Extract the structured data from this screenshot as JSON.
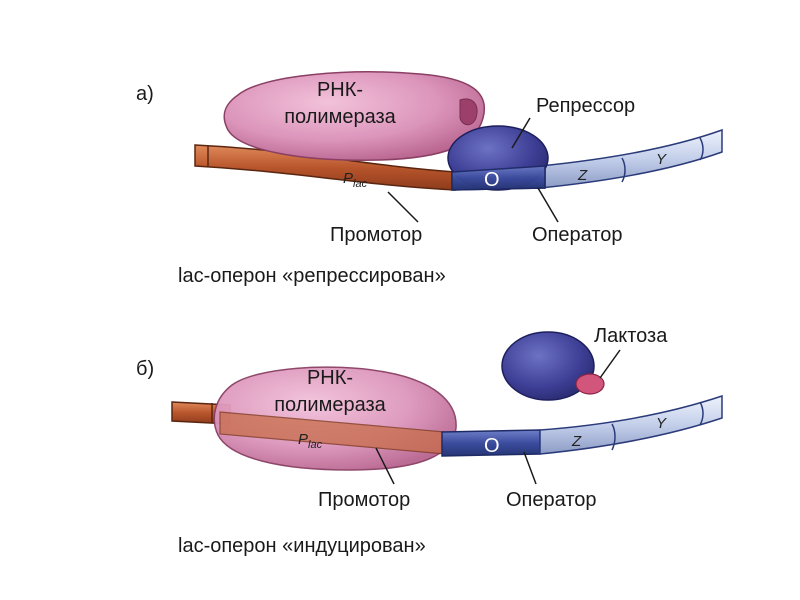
{
  "panel_a": {
    "letter": "а)",
    "polymerase_line1": "РНК-",
    "polymerase_line2": "полимераза",
    "repressor": "Репрессор",
    "promoter": "Промотор",
    "operator": "Оператор",
    "p": "P",
    "p_sub": "lac",
    "o": "O",
    "z": "Z",
    "y": "Y",
    "caption": "lac-оперон «репрессирован»"
  },
  "panel_b": {
    "letter": "б)",
    "polymerase_line1": "РНК-",
    "polymerase_line2": "полимераза",
    "lactose": "Лактоза",
    "promoter": "Промотор",
    "operator": "Оператор",
    "p": "P",
    "p_sub": "lac",
    "o": "O",
    "z": "Z",
    "y": "Y",
    "caption": "lac-оперон «индуцирован»"
  },
  "colors": {
    "dna_brown": "#b65a32",
    "dna_light": "#c9d3ea",
    "operator_blue": "#3d4fa0",
    "repressor_blue": "#3f3f97",
    "polymerase_pink": "#d98fb6",
    "lactose_pink": "#d2557c"
  }
}
